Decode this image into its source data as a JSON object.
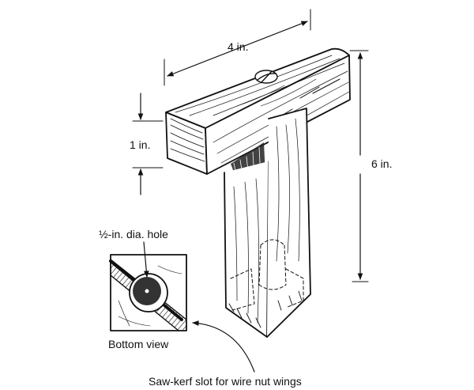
{
  "labels": {
    "width": "4 in.",
    "thickness": "1 in.",
    "height": "6 in.",
    "hole": "½-in. dia. hole",
    "bottom_view": "Bottom view",
    "kerf": "Saw-kerf slot for wire nut wings"
  },
  "colors": {
    "ink": "#111111",
    "paper": "#ffffff"
  }
}
